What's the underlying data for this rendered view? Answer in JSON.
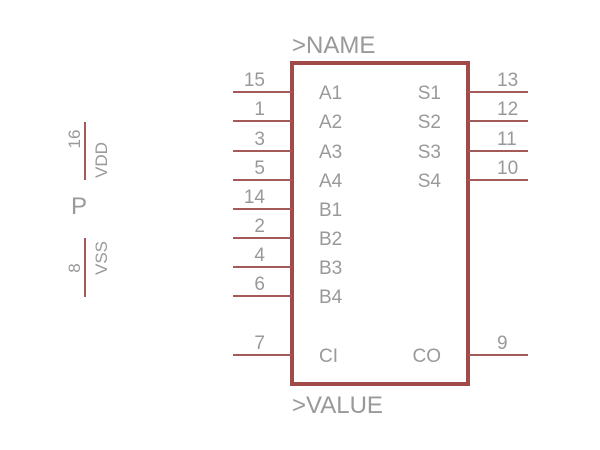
{
  "component": {
    "name_label": ">NAME",
    "value_label": ">VALUE",
    "left_pins": [
      {
        "num": "15",
        "label": "A1"
      },
      {
        "num": "1",
        "label": "A2"
      },
      {
        "num": "3",
        "label": "A3"
      },
      {
        "num": "5",
        "label": "A4"
      },
      {
        "num": "14",
        "label": "B1"
      },
      {
        "num": "2",
        "label": "B2"
      },
      {
        "num": "4",
        "label": "B3"
      },
      {
        "num": "6",
        "label": "B4"
      },
      {
        "num": "7",
        "label": "CI"
      }
    ],
    "right_pins": [
      {
        "num": "13",
        "label": "S1"
      },
      {
        "num": "12",
        "label": "S2"
      },
      {
        "num": "11",
        "label": "S3"
      },
      {
        "num": "10",
        "label": "S4"
      },
      {
        "num": "9",
        "label": "CO"
      }
    ]
  },
  "power_part": {
    "label": "P",
    "pins": [
      {
        "num": "16",
        "label": "VDD"
      },
      {
        "num": "8",
        "label": "VSS"
      }
    ]
  },
  "colors": {
    "outline": "#a04a4a",
    "pin_line": "#a55a5a",
    "text": "#999999"
  }
}
